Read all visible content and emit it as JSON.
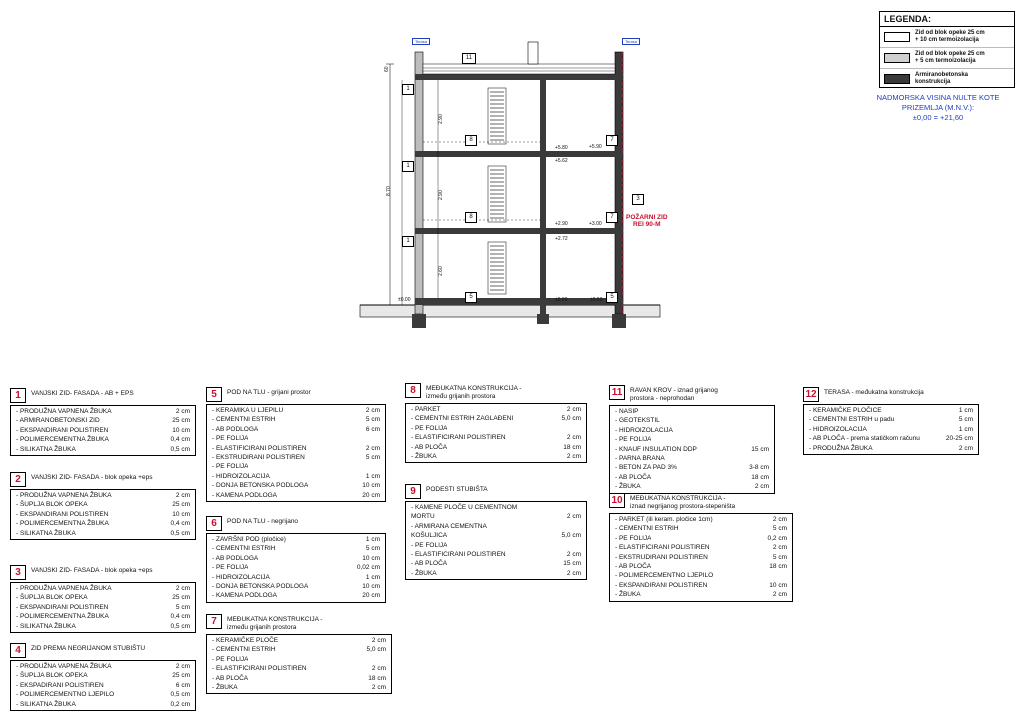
{
  "legend": {
    "title": "LEGENDA:",
    "items": [
      {
        "text": "Zid od blok opeke 25 cm\n+ 10 cm termoizolacija",
        "color": "#ffffff"
      },
      {
        "text": "Zid od blok opeke 25 cm\n+ 5 cm termoizolacija",
        "color": "#d0d0d0"
      },
      {
        "text": "Armiranobetonska\nkonstrukcija",
        "color": "#3a3a3a"
      }
    ]
  },
  "elevation_note": {
    "line1": "NADMORSKA VISINA NULTE KOTE",
    "line2": "PRIZEMLJA (M.N.V.):",
    "line3": "±0,00 = +21,60"
  },
  "section": {
    "fire_wall": {
      "line1": "POŽARNI ZID",
      "line2": "REI 90-M"
    },
    "total_height": "8.70",
    "attic": "60",
    "floor_heights": [
      "2.60",
      "2.90",
      "2.90"
    ],
    "levels": {
      "ground_left": "±0.00",
      "ground_mid": "±0.00",
      "ground_right": "±0.50",
      "first_mid": "+2.90",
      "first_right": "+3.00",
      "first_sub": "+2.72",
      "second_mid": "+5.80",
      "second_right": "+5.90",
      "second_sub": "+5.62"
    },
    "tags": {
      "t1a": "1",
      "t1b": "1",
      "t1c": "1",
      "t3": "3",
      "t5a": "5",
      "t5b": "5",
      "t7a": "7",
      "t7b": "7",
      "t8a": "8",
      "t8b": "8",
      "t11": "11"
    },
    "top_flag_left": "Terasa",
    "top_flag_right": "Terasa"
  },
  "specs": [
    {
      "num": "1",
      "title": "VANJSKI ZID- FASADA - AB + EPS",
      "sub": "",
      "rows": [
        [
          "- PRODUŽNA VAPNENA ŽBUKA",
          "2 cm"
        ],
        [
          "- ARMIRANOBETONSKI ZID",
          "25 cm"
        ],
        [
          "- EKSPANDIRANI POLISTIREN",
          "10 cm"
        ],
        [
          "- POLIMERCEMENTNA ŽBUKA",
          "0,4 cm"
        ],
        [
          "- SILIKATNA ŽBUKA",
          "0,5 cm"
        ]
      ]
    },
    {
      "num": "2",
      "title": "VANJSKI ZID- FASADA - blok opeka +eps",
      "sub": "",
      "rows": [
        [
          "- PRODUŽNA VAPNENA ŽBUKA",
          "2 cm"
        ],
        [
          "- ŠUPLJA BLOK OPEKA",
          "25 cm"
        ],
        [
          "- EKSPANDIRANI POLISTIREN",
          "10 cm"
        ],
        [
          "- POLIMERCEMENTNA ŽBUKA",
          "0,4 cm"
        ],
        [
          "- SILIKATNA ŽBUKA",
          "0,5 cm"
        ]
      ]
    },
    {
      "num": "3",
      "title": "VANJSKI ZID- FASADA - blok opeka +eps",
      "sub": "",
      "rows": [
        [
          "- PRODUŽNA VAPNENA ŽBUKA",
          "2 cm"
        ],
        [
          "- ŠUPLJA BLOK OPEKA",
          "25 cm"
        ],
        [
          "- EKSPANDIRANI POLISTIREN",
          "5 cm"
        ],
        [
          "- POLIMERCEMENTNA ŽBUKA",
          "0,4 cm"
        ],
        [
          "- SILIKATNA ŽBUKA",
          "0,5 cm"
        ]
      ]
    },
    {
      "num": "4",
      "title": "ZID PREMA NEGRIJANOM STUBIŠTU",
      "sub": "",
      "rows": [
        [
          "- PRODUŽNA VAPNENA ŽBUKA",
          "2 cm"
        ],
        [
          "- ŠUPLJA BLOK OPEKA",
          "25 cm"
        ],
        [
          "- EKSPADIRANI POLISTIREN",
          "6 cm"
        ],
        [
          "- POLIMERCEMENTNO LJEPILO",
          "0,5 cm"
        ],
        [
          "- SILIKATNA ŽBUKA",
          "0,2 cm"
        ]
      ]
    },
    {
      "num": "5",
      "title": "POD NA TLU - grijani prostor",
      "sub": "",
      "rows": [
        [
          "- KERAMIKA U LJEPILU",
          "2 cm"
        ],
        [
          "- CEMENTNI ESTRIH",
          "5 cm"
        ],
        [
          "- AB PODLOGA",
          "6 cm"
        ],
        [
          "- PE FOLIJA",
          ""
        ],
        [
          "- ELASTIFICIRANI POLISTIREN",
          "2 cm"
        ],
        [
          "- EKSTRUDIRANI POLISTIREN",
          "5 cm"
        ],
        [
          "- PE FOLIJA",
          ""
        ],
        [
          "- HIDROIZOLACIJA",
          "1 cm"
        ],
        [
          "- DONJA BETONSKA PODLOGA",
          "10 cm"
        ],
        [
          "- KAMENA PODLOGA",
          "20 cm"
        ]
      ]
    },
    {
      "num": "6",
      "title": "POD NA TLU - negrijano",
      "sub": "",
      "rows": [
        [
          "- ZAVRŠNI POD (pločice)",
          "1 cm"
        ],
        [
          "- CEMENTNI ESTRIH",
          "5 cm"
        ],
        [
          "- AB PODLOGA",
          "10 cm"
        ],
        [
          "- PE FOLIJA",
          "0,02 cm"
        ],
        [
          "- HIDROIZOLACIJA",
          "1 cm"
        ],
        [
          "- DONJA BETONSKA PODLOGA",
          "10 cm"
        ],
        [
          "- KAMENA PODLOGA",
          "20 cm"
        ]
      ]
    },
    {
      "num": "7",
      "title": "MEĐUKATNA KONSTRUKCIJA -",
      "sub": "između grijanih prostora",
      "rows": [
        [
          "- KERAMIČKE PLOČE",
          "2 cm"
        ],
        [
          "- CEMENTNI ESTRIH",
          "5,0 cm"
        ],
        [
          "- PE FOLIJA",
          ""
        ],
        [
          "- ELASTIFICIRANI POLISTIREN",
          "2 cm"
        ],
        [
          "- AB PLOČA",
          "18 cm"
        ],
        [
          "- ŽBUKA",
          "2 cm"
        ]
      ]
    },
    {
      "num": "8",
      "title": "MEĐUKATNA KONSTRUKCIJA -",
      "sub": "između grijanih prostora",
      "rows": [
        [
          "- PARKET",
          "2 cm"
        ],
        [
          "- CEMENTNI ESTRIH ZAGLAĐENI",
          "5,0 cm"
        ],
        [
          "- PE FOLIJA",
          ""
        ],
        [
          "- ELASTIFICIRANI POLISTIREN",
          "2 cm"
        ],
        [
          "- AB PLOČA",
          "18 cm"
        ],
        [
          "- ŽBUKA",
          "2 cm"
        ]
      ]
    },
    {
      "num": "9",
      "title": "PODESTI STUBIŠTA",
      "sub": "",
      "rows": [
        [
          "- KAMENE PLOČE U CEMENTNOM",
          ""
        ],
        [
          "  MORTU",
          "2 cm"
        ],
        [
          "- ARMIRANA CEMENTNA",
          ""
        ],
        [
          "  KOŠULJICA",
          "5,0 cm"
        ],
        [
          "- PE FOLIJA",
          ""
        ],
        [
          "- ELASTIFICIRANI POLISTIREN",
          "2 cm"
        ],
        [
          "- AB PLOČA",
          "15 cm"
        ],
        [
          "- ŽBUKA",
          "2 cm"
        ]
      ]
    },
    {
      "num": "10",
      "title": "MEĐUKATNA KONSTRUKCIJA -",
      "sub": "iznad negrijanog prostora-stepeništa",
      "rows": [
        [
          "- PARKET (ili keram. pločice 1cm)",
          "2 cm"
        ],
        [
          "- CEMENTNI ESTRIH",
          "5 cm"
        ],
        [
          "- PE FOLIJA",
          "0,2 cm"
        ],
        [
          "- ELASTIFICIRANI POLISTIREN",
          "2 cm"
        ],
        [
          "- EKSTRUDIRANI POLISTIREN",
          "5 cm"
        ],
        [
          "- AB PLOČA",
          "18 cm"
        ],
        [
          "- POLIMERCEMENTNO LJEPILO",
          ""
        ],
        [
          "- EKSPANDIRANI POLISTIREN",
          "10 cm"
        ],
        [
          "- ŽBUKA",
          "2 cm"
        ]
      ]
    },
    {
      "num": "11",
      "title": "RAVAN KROV - iznad grijanog",
      "sub": "prostora - neprohodan",
      "rows": [
        [
          "- NASIP",
          ""
        ],
        [
          "- GEOTEKSTIL",
          ""
        ],
        [
          "- HIDROIZOLACIJA",
          ""
        ],
        [
          "- PE FOLIJA",
          ""
        ],
        [
          "- KNAUF INSULATION DDP",
          "15 cm"
        ],
        [
          "- PARNA BRANA",
          ""
        ],
        [
          "- BETON ZA PAD 3%",
          "3-8 cm"
        ],
        [
          "- AB PLOČA",
          "18 cm"
        ],
        [
          "- ŽBUKA",
          "2 cm"
        ]
      ]
    },
    {
      "num": "12",
      "title": "TERASA - međukatna konstrukcija",
      "sub": "",
      "rows": [
        [
          "- KERAMIČKE PLOČICE",
          "1 cm"
        ],
        [
          "- CEMENTNI ESTRIH u padu",
          "5 cm"
        ],
        [
          "- HIDROIZOLACIJA",
          "1 cm"
        ],
        [
          "- AB PLOČA - prema statičkom računu",
          "20-25 cm"
        ],
        [
          "- PRODUŽNA ŽBUKA",
          "2 cm"
        ]
      ]
    }
  ]
}
